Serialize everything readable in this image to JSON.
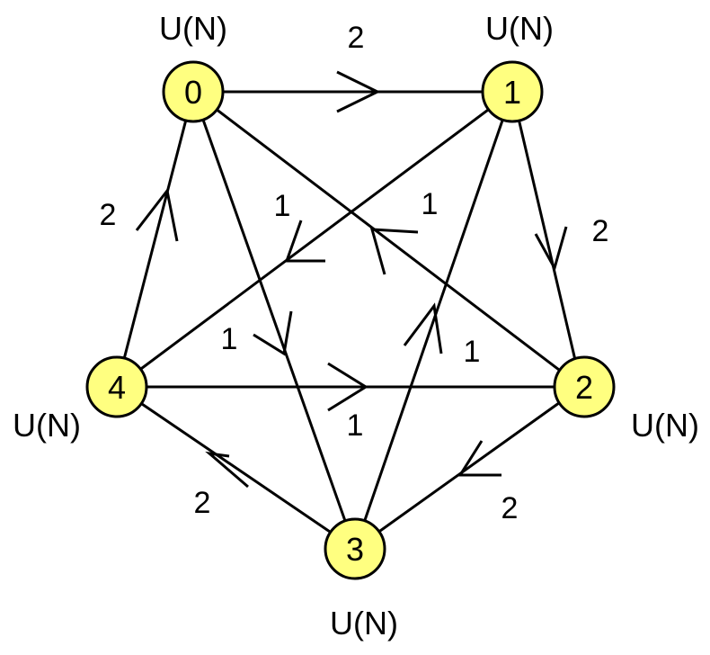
{
  "nodes": [
    {
      "id": "0",
      "label": "0",
      "group": "U(N)"
    },
    {
      "id": "1",
      "label": "1",
      "group": "U(N)"
    },
    {
      "id": "2",
      "label": "2",
      "group": "U(N)"
    },
    {
      "id": "3",
      "label": "3",
      "group": "U(N)"
    },
    {
      "id": "4",
      "label": "4",
      "group": "U(N)"
    }
  ],
  "edges": [
    {
      "from": "0",
      "to": "1",
      "label": "2"
    },
    {
      "from": "1",
      "to": "2",
      "label": "2"
    },
    {
      "from": "2",
      "to": "3",
      "label": "2"
    },
    {
      "from": "3",
      "to": "4",
      "label": "2"
    },
    {
      "from": "4",
      "to": "0",
      "label": "2"
    },
    {
      "from": "0",
      "to": "3",
      "label": "1"
    },
    {
      "from": "1",
      "to": "4",
      "label": "1"
    },
    {
      "from": "2",
      "to": "0",
      "label": "1"
    },
    {
      "from": "3",
      "to": "1",
      "label": "1"
    },
    {
      "from": "4",
      "to": "2",
      "label": "1"
    }
  ],
  "colors": {
    "node_fill": "#ffff80",
    "stroke": "#000000"
  }
}
